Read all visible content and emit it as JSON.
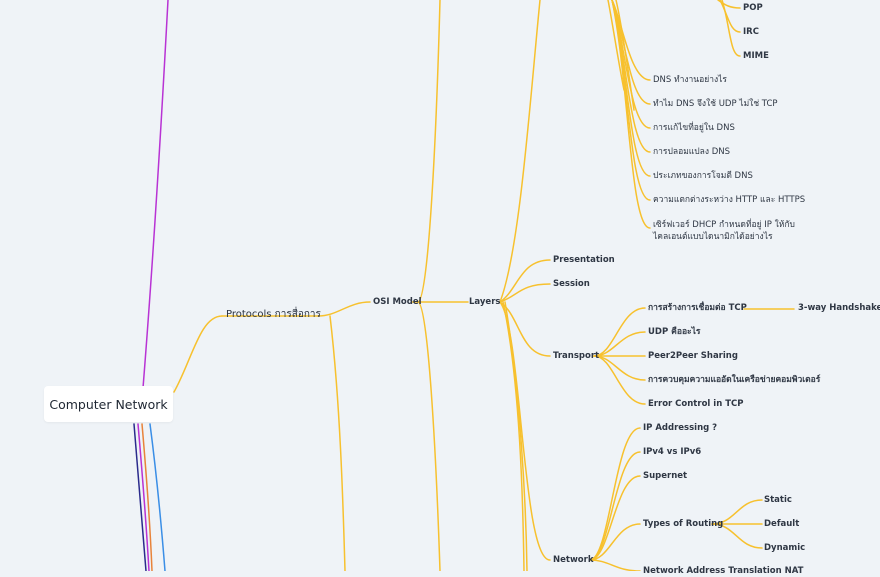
{
  "root": {
    "label": "Computer Network"
  },
  "branch": {
    "protocols": "Protocols การสื่อการ",
    "osi": "OSI Model",
    "layers": "Layers"
  },
  "app_protocols": [
    "POP",
    "IRC",
    "MIME"
  ],
  "app_topics": [
    "DNS ทำงานอย่างไร",
    "ทำไม DNS จึงใช้ UDP ไม่ใช่ TCP",
    "การแก้ไขที่อยู่ใน DNS",
    "การปลอมแปลง DNS",
    "ประเภทของการโจมตี DNS",
    "ความแตกต่างระหว่าง HTTP และ HTTPS",
    "เซิร์ฟเวอร์ DHCP กำหนดที่อยู่ IP ให้กับไคลเอนต์แบบไดนามิกได้อย่างไร"
  ],
  "layers": {
    "presentation": "Presentation",
    "session": "Session",
    "transport": "Transport",
    "network": "Network"
  },
  "transport_items": [
    "การสร้างการเชื่อมต่อ TCP",
    "UDP คืออะไร",
    "Peer2Peer Sharing",
    "การควบคุมความแออัดในเครือข่ายคอมพิวเตอร์",
    "Error Control in TCP"
  ],
  "handshake": "3-way Handshake",
  "network_items": [
    "IP Addressing ?",
    "IPv4 vs IPv6",
    "Supernet",
    "Types of Routing",
    "Network Address Translation NAT"
  ],
  "routing_types": [
    "Static",
    "Default",
    "Dynamic"
  ],
  "colors": {
    "yellow": "#f7c12e",
    "purple": "#b832d4",
    "blue": "#3a8ee6",
    "orange": "#e8833a",
    "navy": "#2a2a8c",
    "background": "#eff3f7"
  }
}
